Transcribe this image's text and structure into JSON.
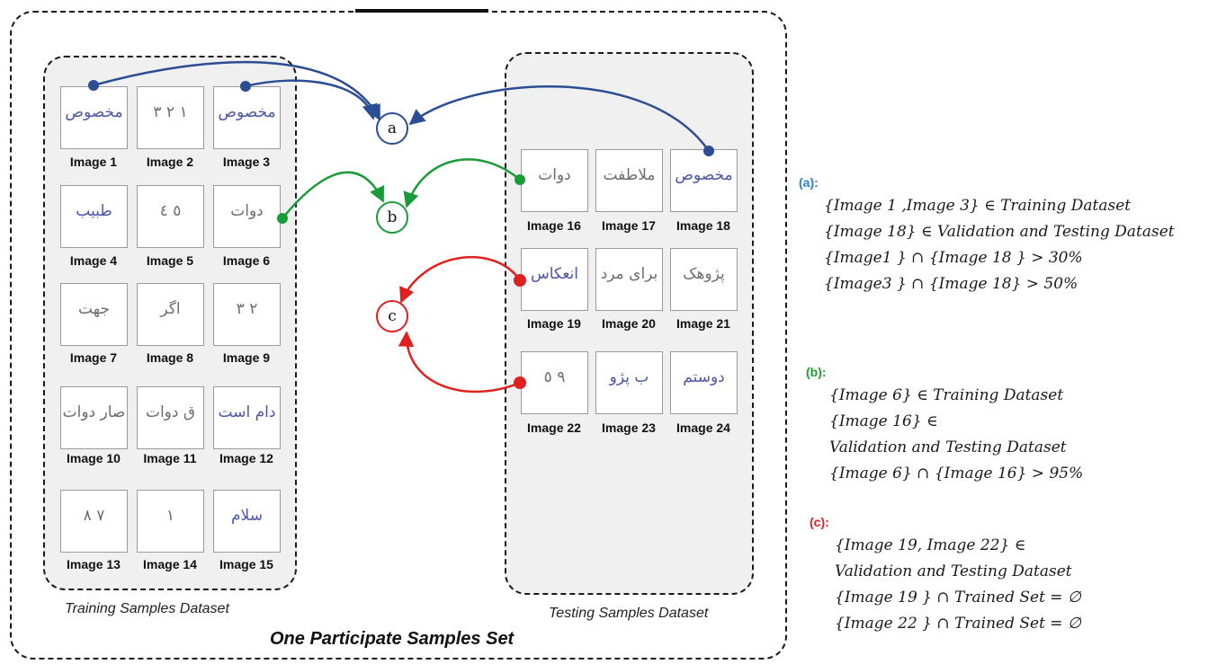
{
  "figure": {
    "set_title": "One Participate Samples Set",
    "training_title": "Training Samples Dataset",
    "testing_title": "Testing Samples Dataset"
  },
  "training_images": [
    {
      "label": "Image 1",
      "sketch": "مخصوص",
      "ink": "blue"
    },
    {
      "label": "Image 2",
      "sketch": "١ ٢ ٣",
      "ink": "gray"
    },
    {
      "label": "Image 3",
      "sketch": "مخصوص",
      "ink": "blue"
    },
    {
      "label": "Image 4",
      "sketch": "طبيب",
      "ink": "blue"
    },
    {
      "label": "Image 5",
      "sketch": "٥ ٤",
      "ink": "gray"
    },
    {
      "label": "Image 6",
      "sketch": "دوات",
      "ink": "gray"
    },
    {
      "label": "Image 7",
      "sketch": "جهت",
      "ink": "gray"
    },
    {
      "label": "Image 8",
      "sketch": "اگر",
      "ink": "gray"
    },
    {
      "label": "Image 9",
      "sketch": "٢ ٣",
      "ink": "gray"
    },
    {
      "label": "Image 10",
      "sketch": "صار دوات",
      "ink": "gray"
    },
    {
      "label": "Image 11",
      "sketch": "ق دوات",
      "ink": "gray"
    },
    {
      "label": "Image 12",
      "sketch": "دام است",
      "ink": "blue"
    },
    {
      "label": "Image 13",
      "sketch": "٧ ٨",
      "ink": "gray"
    },
    {
      "label": "Image 14",
      "sketch": "١",
      "ink": "gray"
    },
    {
      "label": "Image 15",
      "sketch": "سلام",
      "ink": "blue"
    }
  ],
  "testing_images": [
    {
      "label": "Image 16",
      "sketch": "دوات",
      "ink": "gray"
    },
    {
      "label": "Image 17",
      "sketch": "ملاطفت",
      "ink": "gray"
    },
    {
      "label": "Image 18",
      "sketch": "مخصوص",
      "ink": "blue"
    },
    {
      "label": "Image 19",
      "sketch": "انعکاس",
      "ink": "blue"
    },
    {
      "label": "Image 20",
      "sketch": "برای مرد",
      "ink": "gray"
    },
    {
      "label": "Image 21",
      "sketch": "پژوهک",
      "ink": "gray"
    },
    {
      "label": "Image 22",
      "sketch": "٩ ٥",
      "ink": "gray"
    },
    {
      "label": "Image 23",
      "sketch": "ب پژو",
      "ink": "blue"
    },
    {
      "label": "Image 24",
      "sketch": "دوستم",
      "ink": "blue"
    }
  ],
  "nodes": {
    "a": "a",
    "b": "b",
    "c": "c"
  },
  "colors": {
    "a": "#2b4d94",
    "b": "#1a9b3a",
    "c": "#e01f1f"
  },
  "legend": {
    "a": {
      "head": "(a):",
      "lines": [
        "{Image 1 ,Image 3}  ∈ Training Dataset",
        "{Image 18} ∈ Validation and Testing  Dataset",
        "{Image1 } ∩ {Image 18 } > 30%",
        "{Image3 } ∩ {Image 18}  > 50%"
      ]
    },
    "b": {
      "head": "(b):",
      "lines": [
        "{Image 6} ∈ Training Dataset",
        "{Image 16} ∈",
        "Validation and Testing  Dataset",
        "{Image 6}  ∩ {Image 16} > 95%"
      ]
    },
    "c": {
      "head": "(c):",
      "lines": [
        "{Image 19, Image 22} ∈",
        "Validation and Testing  Dataset",
        "{Image 19 } ∩ Trained Set  = ∅",
        "{Image 22 } ∩ Trained Set  = ∅"
      ]
    }
  }
}
